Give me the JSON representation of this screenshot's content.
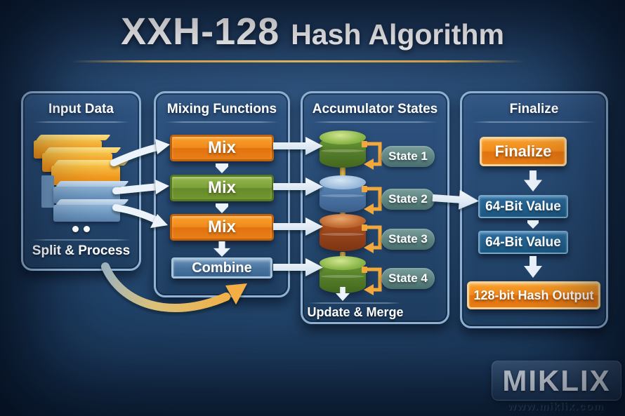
{
  "title": {
    "main": "XXH-128",
    "sub": "Hash Algorithm"
  },
  "panels": {
    "input": {
      "title": "Input Data",
      "caption": "Split & Process"
    },
    "mixing": {
      "title": "Mixing Functions",
      "boxes": [
        "Mix",
        "Mix",
        "Mix"
      ],
      "combine": "Combine"
    },
    "accumulator": {
      "title": "Accumulator States",
      "states": [
        "State 1",
        "State 2",
        "State 3",
        "State 4"
      ],
      "caption": "Update & Merge"
    },
    "finalize": {
      "title": "Finalize",
      "steps": [
        "Finalize",
        "64-Bit Value",
        "64-Bit Value",
        "128-bit Hash Output"
      ]
    }
  },
  "branding": {
    "logo_text": "MIKLIX",
    "website": "www.miklix.com"
  },
  "colors": {
    "background": "#1c3c60",
    "panel_border": "#8fb3d6",
    "orange_box": "#f18a1c",
    "green_box": "#7da23a",
    "steel_blue_box": "#49749f",
    "dark_blue_box": "#1c567f",
    "state_pill": "#5a8682",
    "gold_accent": "#e9b44c",
    "cylinder_green": "#567f2a",
    "cylinder_blue": "#4a74a4",
    "cylinder_rust": "#97431a"
  }
}
